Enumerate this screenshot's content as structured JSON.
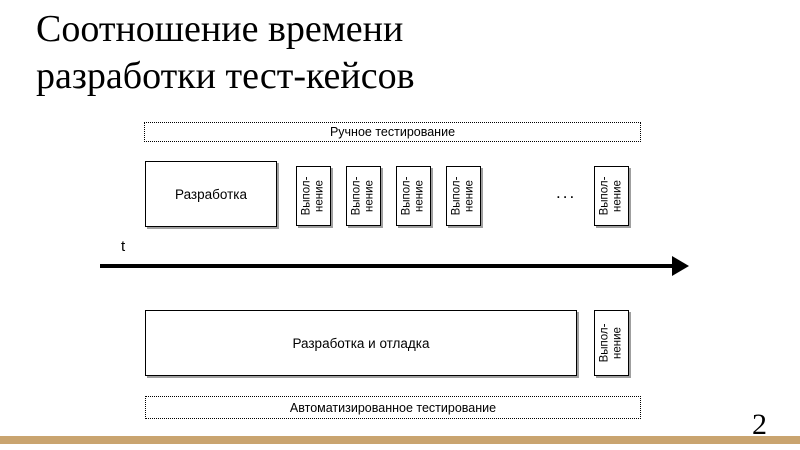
{
  "slide": {
    "title": "Соотношение времени\nразработки тест-кейсов",
    "page_number": "2",
    "accent_color": "#c9a46f",
    "background_color": "#ffffff",
    "line_color": "#000000"
  },
  "diagram": {
    "manual": {
      "banner_label": "Ручное тестирование",
      "dev_box_label": "Разработка",
      "execution_label_line1": "Выпол-",
      "execution_label_line2": "нение",
      "ellipsis": "...",
      "execution_boxes": [
        {
          "label_line1": "Выпол-",
          "label_line2": "нение"
        },
        {
          "label_line1": "Выпол-",
          "label_line2": "нение"
        },
        {
          "label_line1": "Выпол-",
          "label_line2": "нение"
        },
        {
          "label_line1": "Выпол-",
          "label_line2": "нение"
        },
        {
          "label_line1": "Выпол-",
          "label_line2": "нение"
        }
      ]
    },
    "time_axis": {
      "label": "t"
    },
    "automated": {
      "dev_box_label": "Разработка и отладка",
      "execution_label_line1": "Выпол-",
      "execution_label_line2": "нение",
      "banner_label": "Автоматизированное тестирование"
    }
  }
}
